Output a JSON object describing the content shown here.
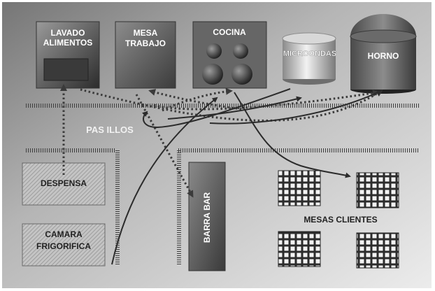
{
  "stations": {
    "lavado": {
      "line1": "LAVADO",
      "line2": "ALIMENTOS"
    },
    "mesa": {
      "line1": "MESA",
      "line2": "TRABAJO"
    },
    "cocina": "COCINA",
    "microondas": "MICROONDAS",
    "horno": "HORNO"
  },
  "storage": {
    "despensa": "DESPENSA",
    "camara": {
      "line1": "CAMARA",
      "line2": "FRIGORIFICA"
    }
  },
  "pasillos_label": "PAS ILLOS",
  "barra_label": "BARRA BAR",
  "mesas_label": "MESAS  CLIENTES"
}
